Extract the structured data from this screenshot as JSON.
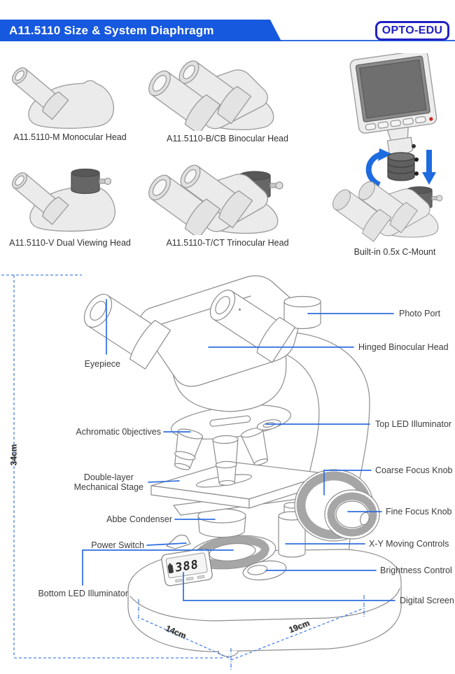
{
  "header": {
    "title": "A11.5110 Size & System Diaphragm",
    "logo": "OPTO-EDU"
  },
  "colors": {
    "banner_blue": "#1658DE",
    "logo_blue": "#2121C4",
    "leader_blue": "#2E6EE0",
    "dimension_blue": "#4B82E8",
    "illustration_gray": "#EBEBEB",
    "dark_ring_gray": "#5F5F5F"
  },
  "heads": {
    "monocular": {
      "caption": "A11.5110-M Monocular Head"
    },
    "binocular": {
      "caption": "A11.5110-B/CB Binocular Head"
    },
    "dual": {
      "caption": "A11.5110-V Dual Viewing Head"
    },
    "trinocular": {
      "caption": "A11.5110-T/CT Trinocular Head"
    },
    "cmount": {
      "caption": "Built-in 0.5x C-Mount"
    }
  },
  "diagram": {
    "labels": {
      "photo_port": "Photo Port",
      "hinged_head": "Hinged Binocular Head",
      "eyepiece": "Eyepiece",
      "objectives": "Achromatic 0bjectives",
      "top_led": "Top LED Illuminator",
      "stage1": "Double-layer",
      "stage2": "Mechanical Stage",
      "coarse_knob": "Coarse Focus Knob",
      "fine_knob": "Fine Focus Knob",
      "condenser": "Abbe Condenser",
      "xy_controls": "X-Y Moving Controls",
      "power_switch": "Power Switch",
      "brightness": "Brightness Control",
      "bottom_led": "Bottom LED Illuminator",
      "digital_screen": "Digital Screen"
    },
    "dimensions": {
      "height": "34cm",
      "depth": "14cm",
      "width": "19cm"
    },
    "display_value": "388"
  }
}
